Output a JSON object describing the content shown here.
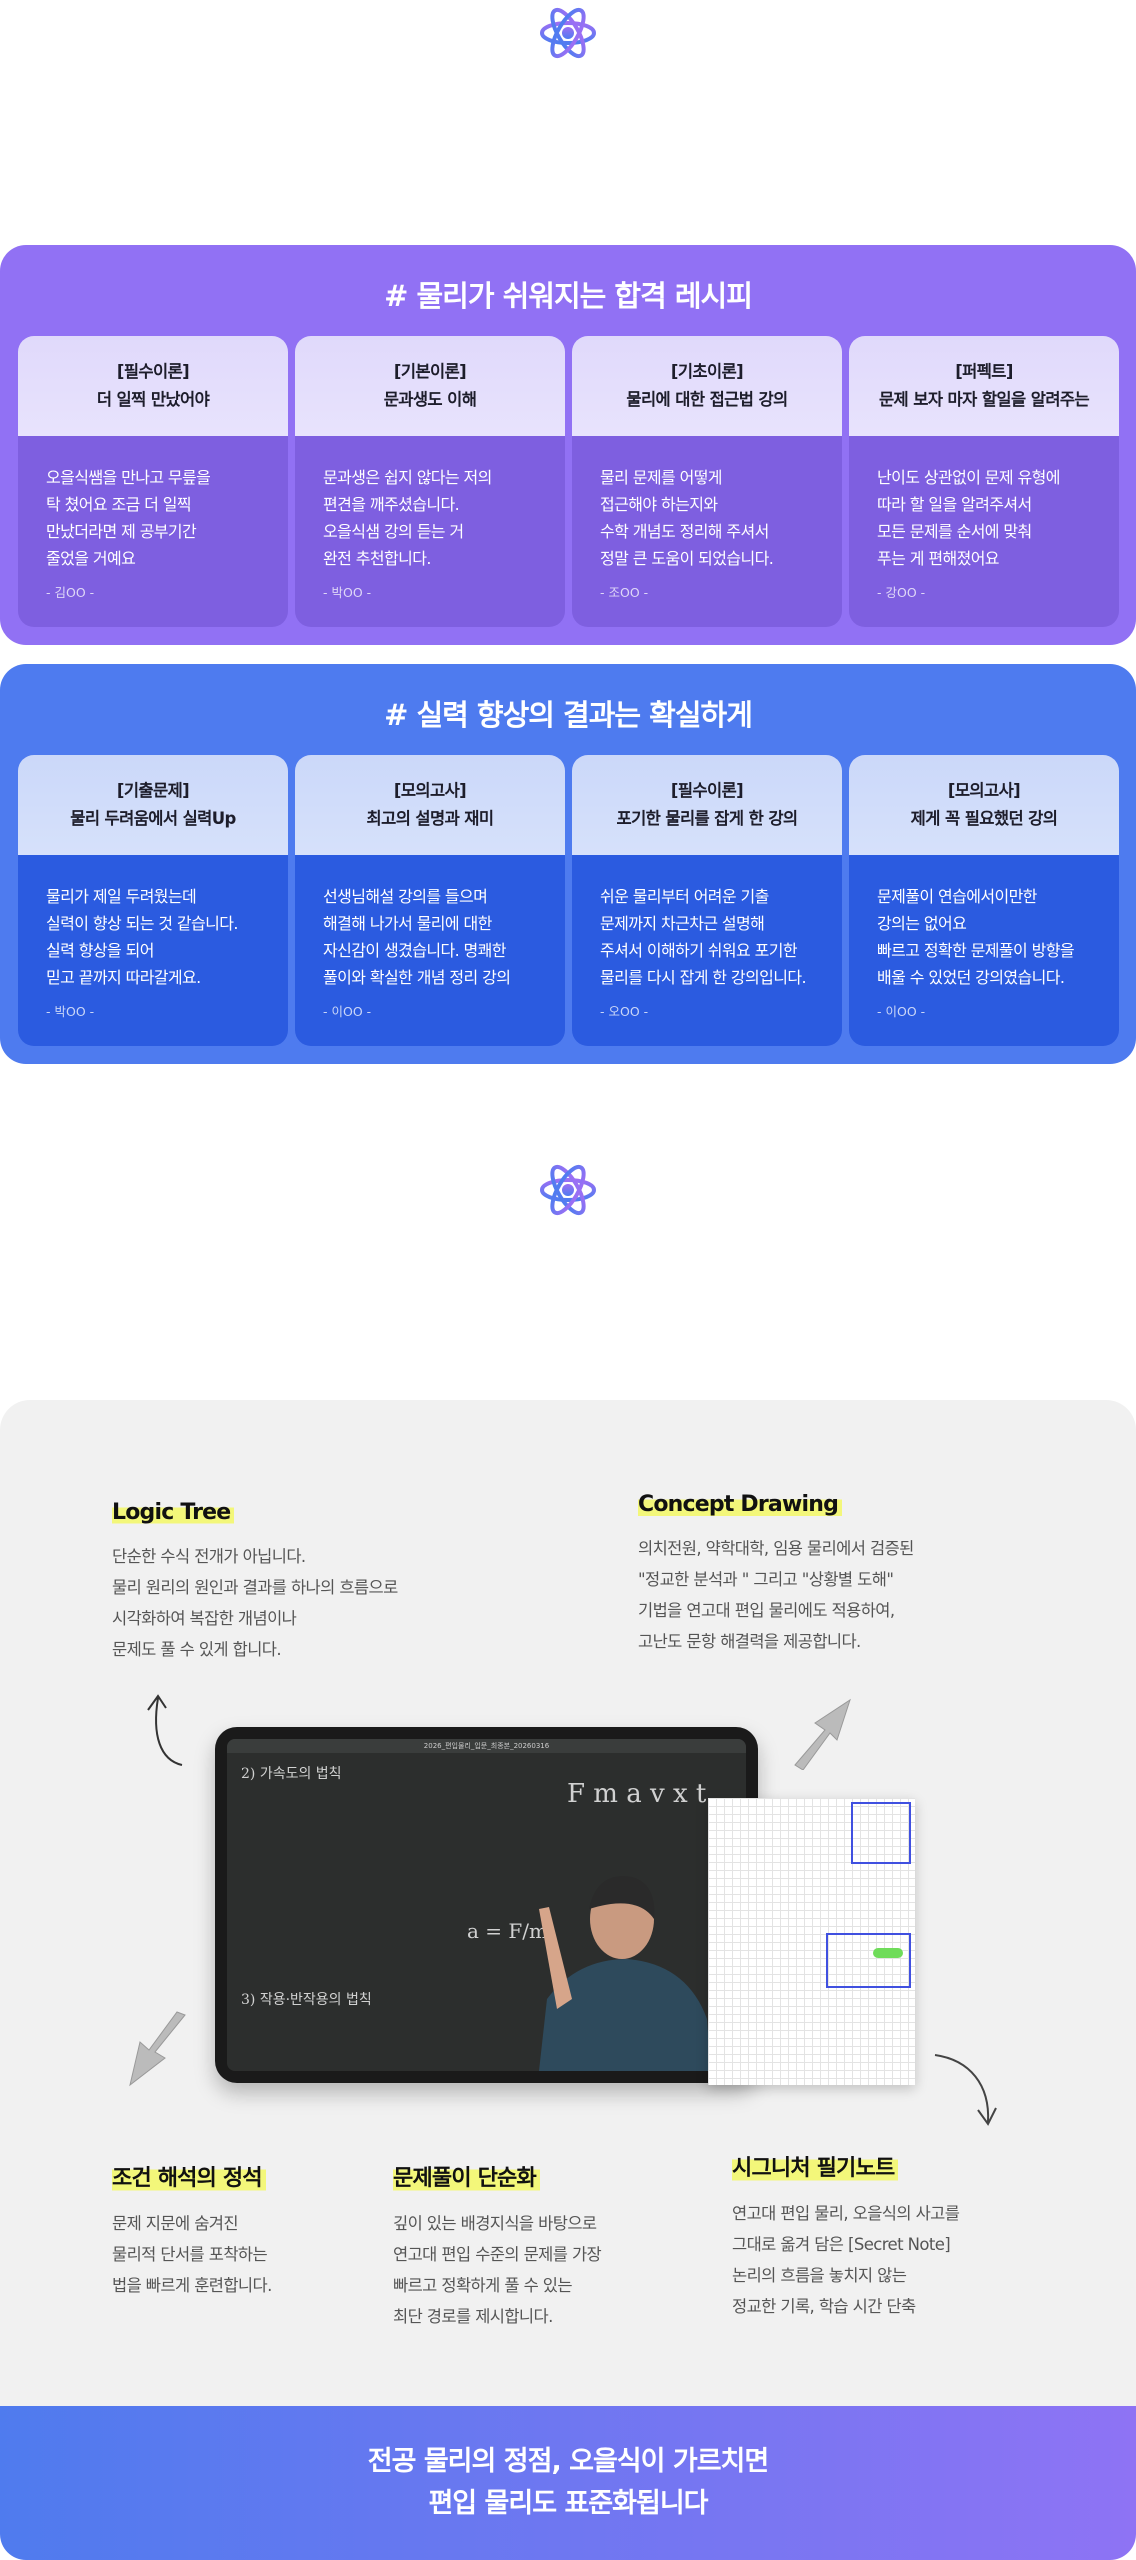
{
  "colors": {
    "purple": "#9171f4",
    "blue": "#4e7bef",
    "highlight": "#f3f77a"
  },
  "icons": {
    "top": "atom-icon",
    "middle": "atom-icon"
  },
  "section1": {
    "title": "# 물리가 쉬워지는 합격 레시피",
    "cards": [
      {
        "tag": "[필수이론]",
        "headline": "더 일찍 만났어야",
        "body": "오을식쌤을 만나고 무릎을\n탁 쳤어요 조금 더 일찍\n만났더라면 제 공부기간\n줄었을 거예요",
        "author": "- 김OO -"
      },
      {
        "tag": "[기본이론]",
        "headline": "문과생도 이해",
        "body": "문과생은 쉽지 않다는 저의\n편견을 깨주셨습니다.\n오을식샘 강의 듣는 거\n완전 추천합니다.",
        "author": "- 박OO -"
      },
      {
        "tag": "[기초이론]",
        "headline": "물리에 대한 접근법 강의",
        "body": "물리 문제를 어떻게\n접근해야 하는지와\n수학 개념도 정리해 주셔서\n정말 큰 도움이 되었습니다.",
        "author": "- 조OO -"
      },
      {
        "tag": "[퍼펙트]",
        "headline": "문제 보자 마자 할일을 알려주는",
        "body": "난이도 상관없이 문제 유형에\n따라 할 일을 알려주셔서\n모든 문제를 순서에 맞춰\n푸는 게 편해졌어요",
        "author": "- 강OO -"
      }
    ]
  },
  "section2": {
    "title": "# 실력 향상의 결과는 확실하게",
    "cards": [
      {
        "tag": "[기출문제]",
        "headline": "물리 두려움에서 실력Up",
        "body": "물리가 제일 두려웠는데\n실력이 향상 되는 것 같습니다.\n실력 향상을 되어\n믿고 끝까지 따라갈게요.",
        "author": "- 박OO -"
      },
      {
        "tag": "[모의고사]",
        "headline": "최고의 설명과 재미",
        "body": "선생님해설 강의를 들으며\n해결해 나가서 물리에 대한\n자신감이 생겼습니다. 명쾌한\n풀이와 확실한 개념 정리 강의",
        "author": "- 이OO -"
      },
      {
        "tag": "[필수이론]",
        "headline": "포기한 물리를 잡게 한 강의",
        "body": "쉬운 물리부터 어려운 기출\n문제까지 차근차근 설명해\n주셔서 이해하기 쉬워요 포기한\n물리를 다시 잡게 한 강의입니다.",
        "author": "- 오OO -"
      },
      {
        "tag": "[모의고사]",
        "headline": "제게 꼭 필요했던 강의",
        "body": "문제풀이 연습에서이만한\n강의는 없어요\n빠르고 정확한 문제풀이 방향을\n배울 수 있었던 강의였습니다.",
        "author": "- 이OO -"
      }
    ]
  },
  "features": [
    {
      "title": "Logic Tree",
      "body": "단순한 수식 전개가 아닙니다.\n물리 원리의 원인과 결과를 하나의 흐름으로\n시각화하여 복잡한 개념이나\n문제도 풀 수 있게 합니다."
    },
    {
      "title": "Concept Drawing",
      "body": "의치전원, 약학대학, 임용 물리에서 검증된\n\"정교한 분석과 \" 그리고 \"상황별 도해\"\n기법을 연고대 편입 물리에도 적용하여,\n고난도 문항 해결력을 제공합니다."
    },
    {
      "title": "조건 해석의 정석",
      "body": "문제 지문에 숨겨진\n물리적 단서를 포착하는\n법을 빠르게 훈련합니다."
    },
    {
      "title": "문제풀이 단순화",
      "body": "깊이 있는 배경지식을 바탕으로\n연고대 편입 수준의 문제를 가장\n빠르고 정확하게 풀 수 있는\n최단 경로를 제시합니다."
    },
    {
      "title": "시그니처 필기노트",
      "body": "연고대 편입 물리, 오을식의 사고를\n그대로 옮겨 담은 [Secret Note]\n논리의 흐름을 놓치지 않는\n정교한 기록, 학습 시간 단축"
    }
  ],
  "tablet": {
    "file_title": "2026_편입물리_입문_최종본_20260316",
    "chalk": [
      "2) 가속도의 법칙",
      "F m a v x t",
      "a = F/m",
      "3) 작용·반작용의 법칙"
    ]
  },
  "banner": {
    "line1": "전공 물리의 정점, 오을식이 가르치면",
    "line2": "편입 물리도 표준화됩니다"
  }
}
